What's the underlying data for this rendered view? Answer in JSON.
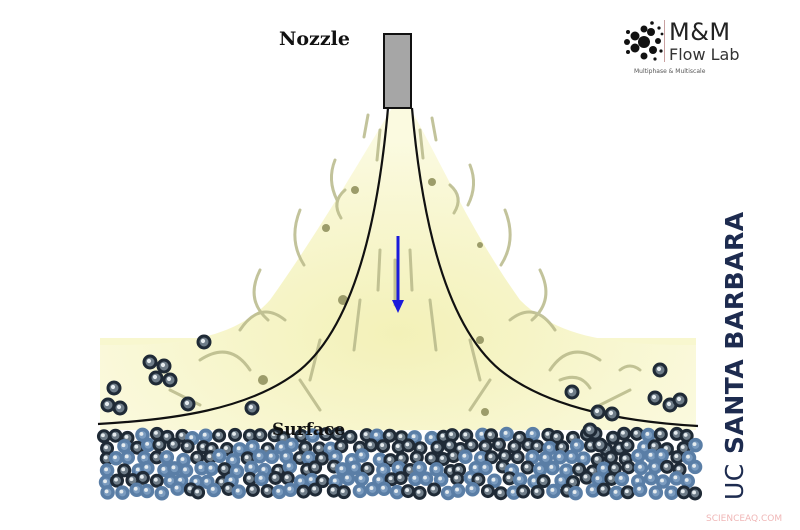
{
  "diagram": {
    "title_labels": {
      "nozzle": "Nozzle",
      "surface": "Surface"
    },
    "logo": {
      "name": "M&M",
      "subtitle": "Flow Lab",
      "tagline": "Multiphase & Multiscale"
    },
    "institution": {
      "prefix": "UC",
      "name": "SANTA BARBARA"
    },
    "watermark": "SCIENCEAQ.COM",
    "colors": {
      "plume_fill": "#f6f5c8",
      "plume_strokes": "#b9b98a",
      "nozzle_fill": "#a6a6a6",
      "flow_arrow": "#1a1adb",
      "particle_dark": "#1f2a36",
      "particle_blue": "#5a7ea6",
      "ucsb_navy": "#1d2b4f"
    },
    "elements": [
      "nozzle",
      "impinging jet plume",
      "jet boundary streamlines",
      "downward flow arrow",
      "surface line",
      "particle bed",
      "ejected particles"
    ]
  }
}
